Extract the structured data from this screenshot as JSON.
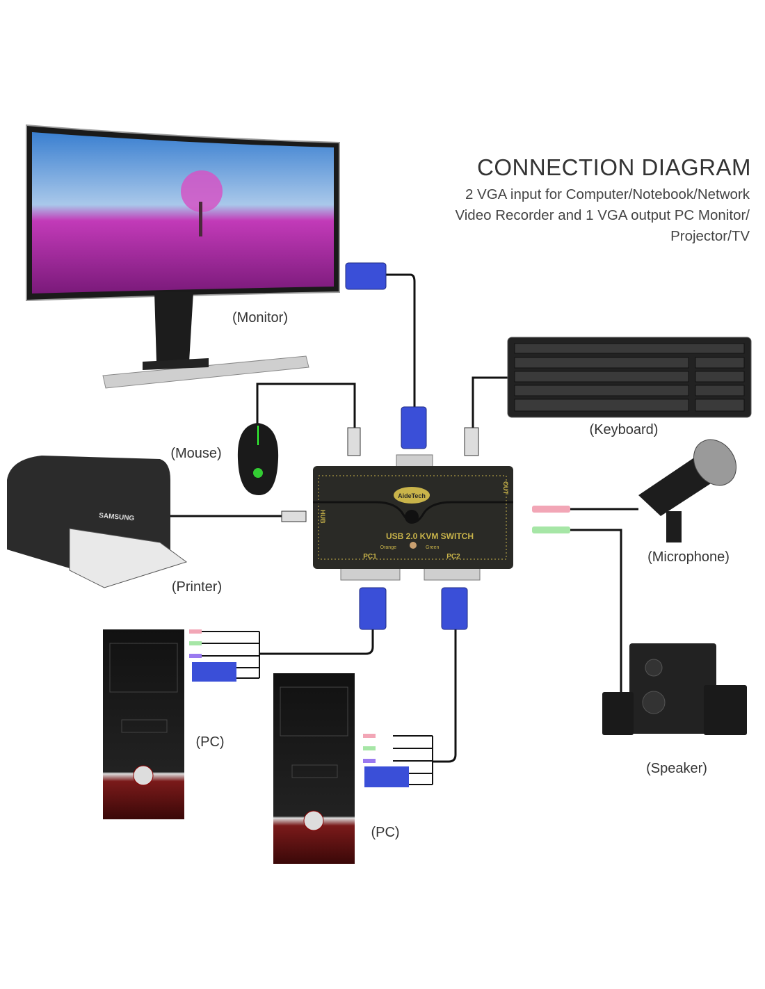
{
  "header": {
    "title": "CONNECTION DIAGRAM",
    "subtitle_lines": [
      "2 VGA input for Computer/Notebook/Network",
      "Video Recorder and 1 VGA output PC Monitor/",
      "Projector/TV"
    ]
  },
  "labels": {
    "monitor": "(Monitor)",
    "mouse": "(Mouse)",
    "printer": "(Printer)",
    "keyboard": "(Keyboard)",
    "microphone": "(Microphone)",
    "pc1": "(PC)",
    "pc2": "(PC)",
    "speaker": "(Speaker)"
  },
  "switch": {
    "brand": "AideTech",
    "model": "USB 2.0 KVM SWITCH",
    "port_pc1": "PC1",
    "port_pc2": "PC2",
    "hub": "HUB",
    "out": "OUT",
    "led_orange": "Orange",
    "led_green": "Green"
  },
  "brands": {
    "printer": "SAMSUNG"
  },
  "colors": {
    "vga_blue": "#3a4fd8",
    "switch_body": "#2a2a26",
    "switch_text": "#c9b44a",
    "pc_red": "#6a1414"
  }
}
